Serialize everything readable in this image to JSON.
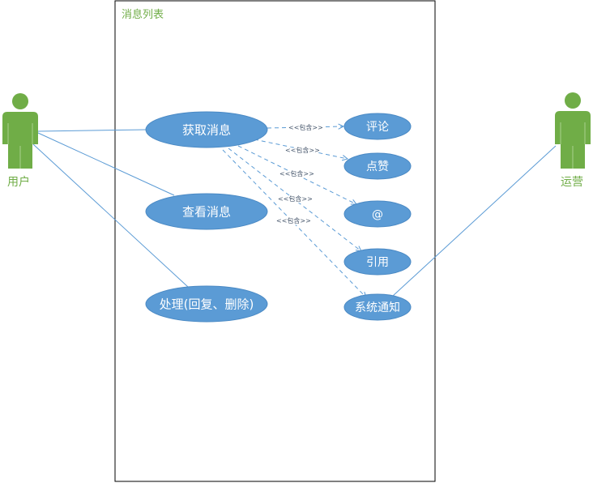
{
  "system": {
    "title": "消息列表"
  },
  "actors": {
    "user": "用户",
    "operator": "运营"
  },
  "use_cases": {
    "get_messages": "获取消息",
    "view_messages": "查看消息",
    "handle_messages": "处理(回复、删除)",
    "comment": "评论",
    "like": "点赞",
    "mention": "@",
    "quote": "引用",
    "system_notice": "系统通知"
  },
  "relations": {
    "include_label": "<<包含>>"
  },
  "colors": {
    "actor": "#70ad47",
    "use_case_fill": "#5b9bd5",
    "line": "#5b9bd5",
    "boundary": "#000000"
  }
}
